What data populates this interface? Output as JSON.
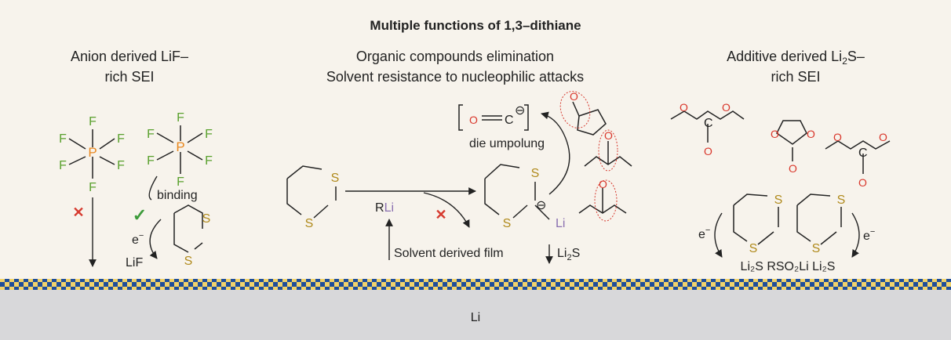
{
  "title": "Multiple functions of 1,3–dithiane",
  "left": {
    "heading_line1": "Anion derived LiF–",
    "heading_line2": "rich SEI",
    "F": "F",
    "P": "P",
    "binding": "binding",
    "electron": "e",
    "electron_sup": "−",
    "lif": "LiF",
    "S": "S"
  },
  "center": {
    "heading_line1": "Organic compounds elimination",
    "heading_line2": "Solvent resistance to nucleophilic attacks",
    "reagent_r": "R",
    "reagent_li": "Li",
    "umpolung": "die umpolung",
    "bracket_o": "O",
    "bracket_c": "C",
    "charge": "⊖",
    "li": "Li",
    "solvent_film": "Solvent derived film",
    "li2s_a": "Li",
    "li2s_sub": "2",
    "li2s_b": "S"
  },
  "right": {
    "heading_line1_a": "Additive derived Li",
    "heading_line1_sub": "2",
    "heading_line1_b": "S–",
    "heading_line2": "rich SEI",
    "O": "O",
    "C": "C",
    "S": "S",
    "electron": "e",
    "electron_sup": "−",
    "products": "Li₂S  RSO₂Li  Li₂S"
  },
  "substrate": "Li",
  "colors": {
    "background": "#f7f3ec",
    "metal": "#d8d8da",
    "stripe_blue": "#1f4e9a",
    "stripe_yellow": "#f2d36b",
    "fluorine": "#5aa12e",
    "phosphorus": "#e8871e",
    "sulfur": "#b08a1c",
    "oxygen": "#d9362b",
    "lithium": "#8a6fb0"
  }
}
